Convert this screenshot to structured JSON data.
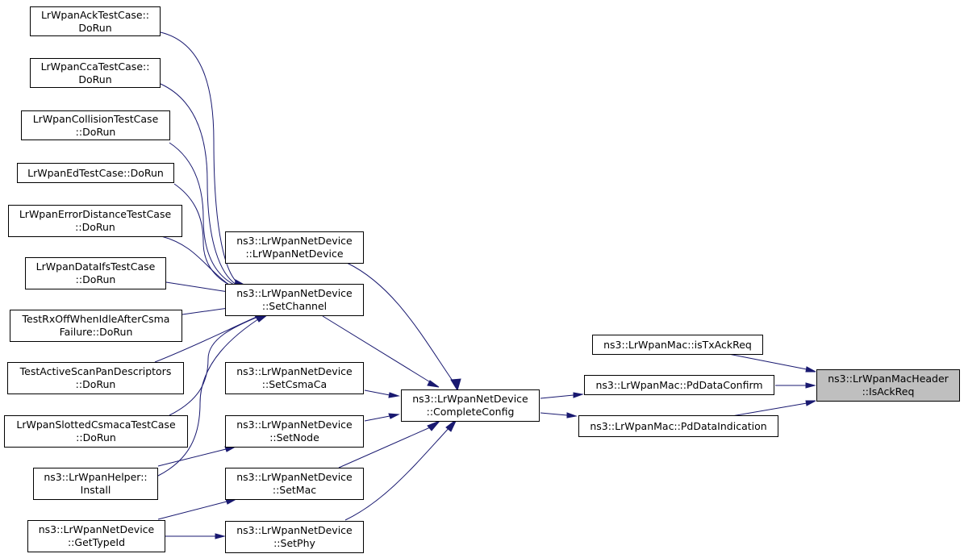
{
  "edge_color": "#191970",
  "focus_fill": "#bfbfbf",
  "nodes": {
    "ack": [
      "LrWpanAckTestCase::",
      "DoRun"
    ],
    "cca": [
      "LrWpanCcaTestCase::",
      "DoRun"
    ],
    "collision": [
      "LrWpanCollisionTestCase",
      "::DoRun"
    ],
    "ed": [
      "LrWpanEdTestCase::DoRun"
    ],
    "errdist": [
      "LrWpanErrorDistanceTestCase",
      "::DoRun"
    ],
    "dataifs": [
      "LrWpanDataIfsTestCase",
      "::DoRun"
    ],
    "rxoff": [
      "TestRxOffWhenIdleAfterCsma",
      "Failure::DoRun"
    ],
    "activescan": [
      "TestActiveScanPanDescriptors",
      "::DoRun"
    ],
    "slotted": [
      "LrWpanSlottedCsmacaTestCase",
      "::DoRun"
    ],
    "helper": [
      "ns3::LrWpanHelper::",
      "Install"
    ],
    "gettypeid": [
      "ns3::LrWpanNetDevice",
      "::GetTypeId"
    ],
    "ctor": [
      "ns3::LrWpanNetDevice",
      "::LrWpanNetDevice"
    ],
    "setchannel": [
      "ns3::LrWpanNetDevice",
      "::SetChannel"
    ],
    "setcsmaca": [
      "ns3::LrWpanNetDevice",
      "::SetCsmaCa"
    ],
    "setnode": [
      "ns3::LrWpanNetDevice",
      "::SetNode"
    ],
    "setmac": [
      "ns3::LrWpanNetDevice",
      "::SetMac"
    ],
    "setphy": [
      "ns3::LrWpanNetDevice",
      "::SetPhy"
    ],
    "completeconfig": [
      "ns3::LrWpanNetDevice",
      "::CompleteConfig"
    ],
    "istxackreq": [
      "ns3::LrWpanMac::isTxAckReq"
    ],
    "pddataconfirm": [
      "ns3::LrWpanMac::PdDataConfirm"
    ],
    "pddataindication": [
      "ns3::LrWpanMac::PdDataIndication"
    ],
    "isackreq": [
      "ns3::LrWpanMacHeader",
      "::IsAckReq"
    ]
  }
}
